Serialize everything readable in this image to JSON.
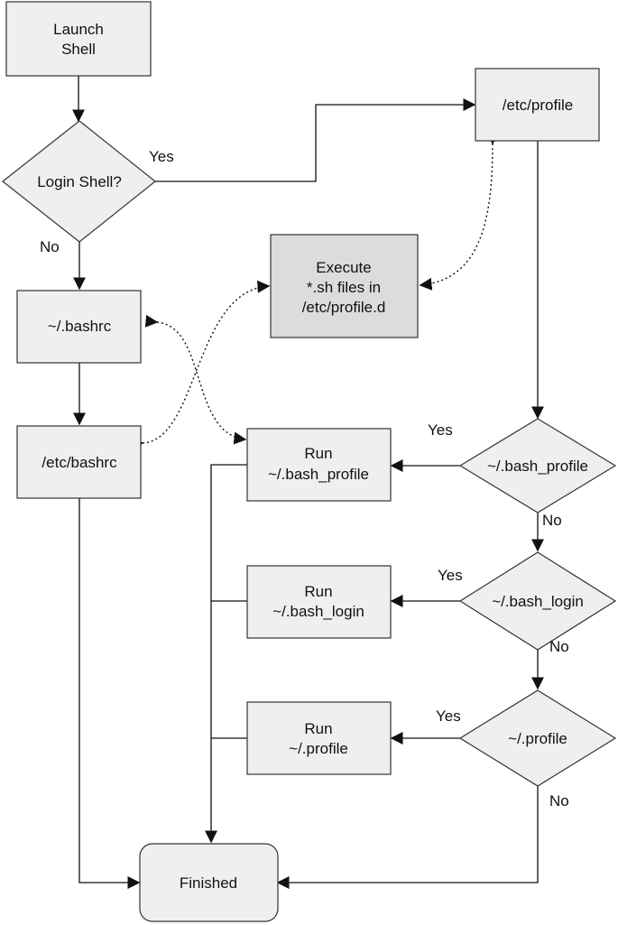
{
  "nodes": {
    "launch_shell": [
      "Launch",
      "Shell"
    ],
    "login_shell": "Login Shell?",
    "etc_profile": "/etc/profile",
    "execute_profile_d": [
      "Execute",
      "*.sh files in",
      "/etc/profile.d"
    ],
    "bashrc": "~/.bashrc",
    "etc_bashrc": "/etc/bashrc",
    "run_bash_profile": [
      "Run",
      "~/.bash_profile"
    ],
    "bash_profile_check": "~/.bash_profile",
    "run_bash_login": [
      "Run",
      "~/.bash_login"
    ],
    "bash_login_check": "~/.bash_login",
    "run_profile": [
      "Run",
      "~/.profile"
    ],
    "profile_check": "~/.profile",
    "finished": "Finished"
  },
  "edge_labels": {
    "yes": "Yes",
    "no": "No"
  }
}
